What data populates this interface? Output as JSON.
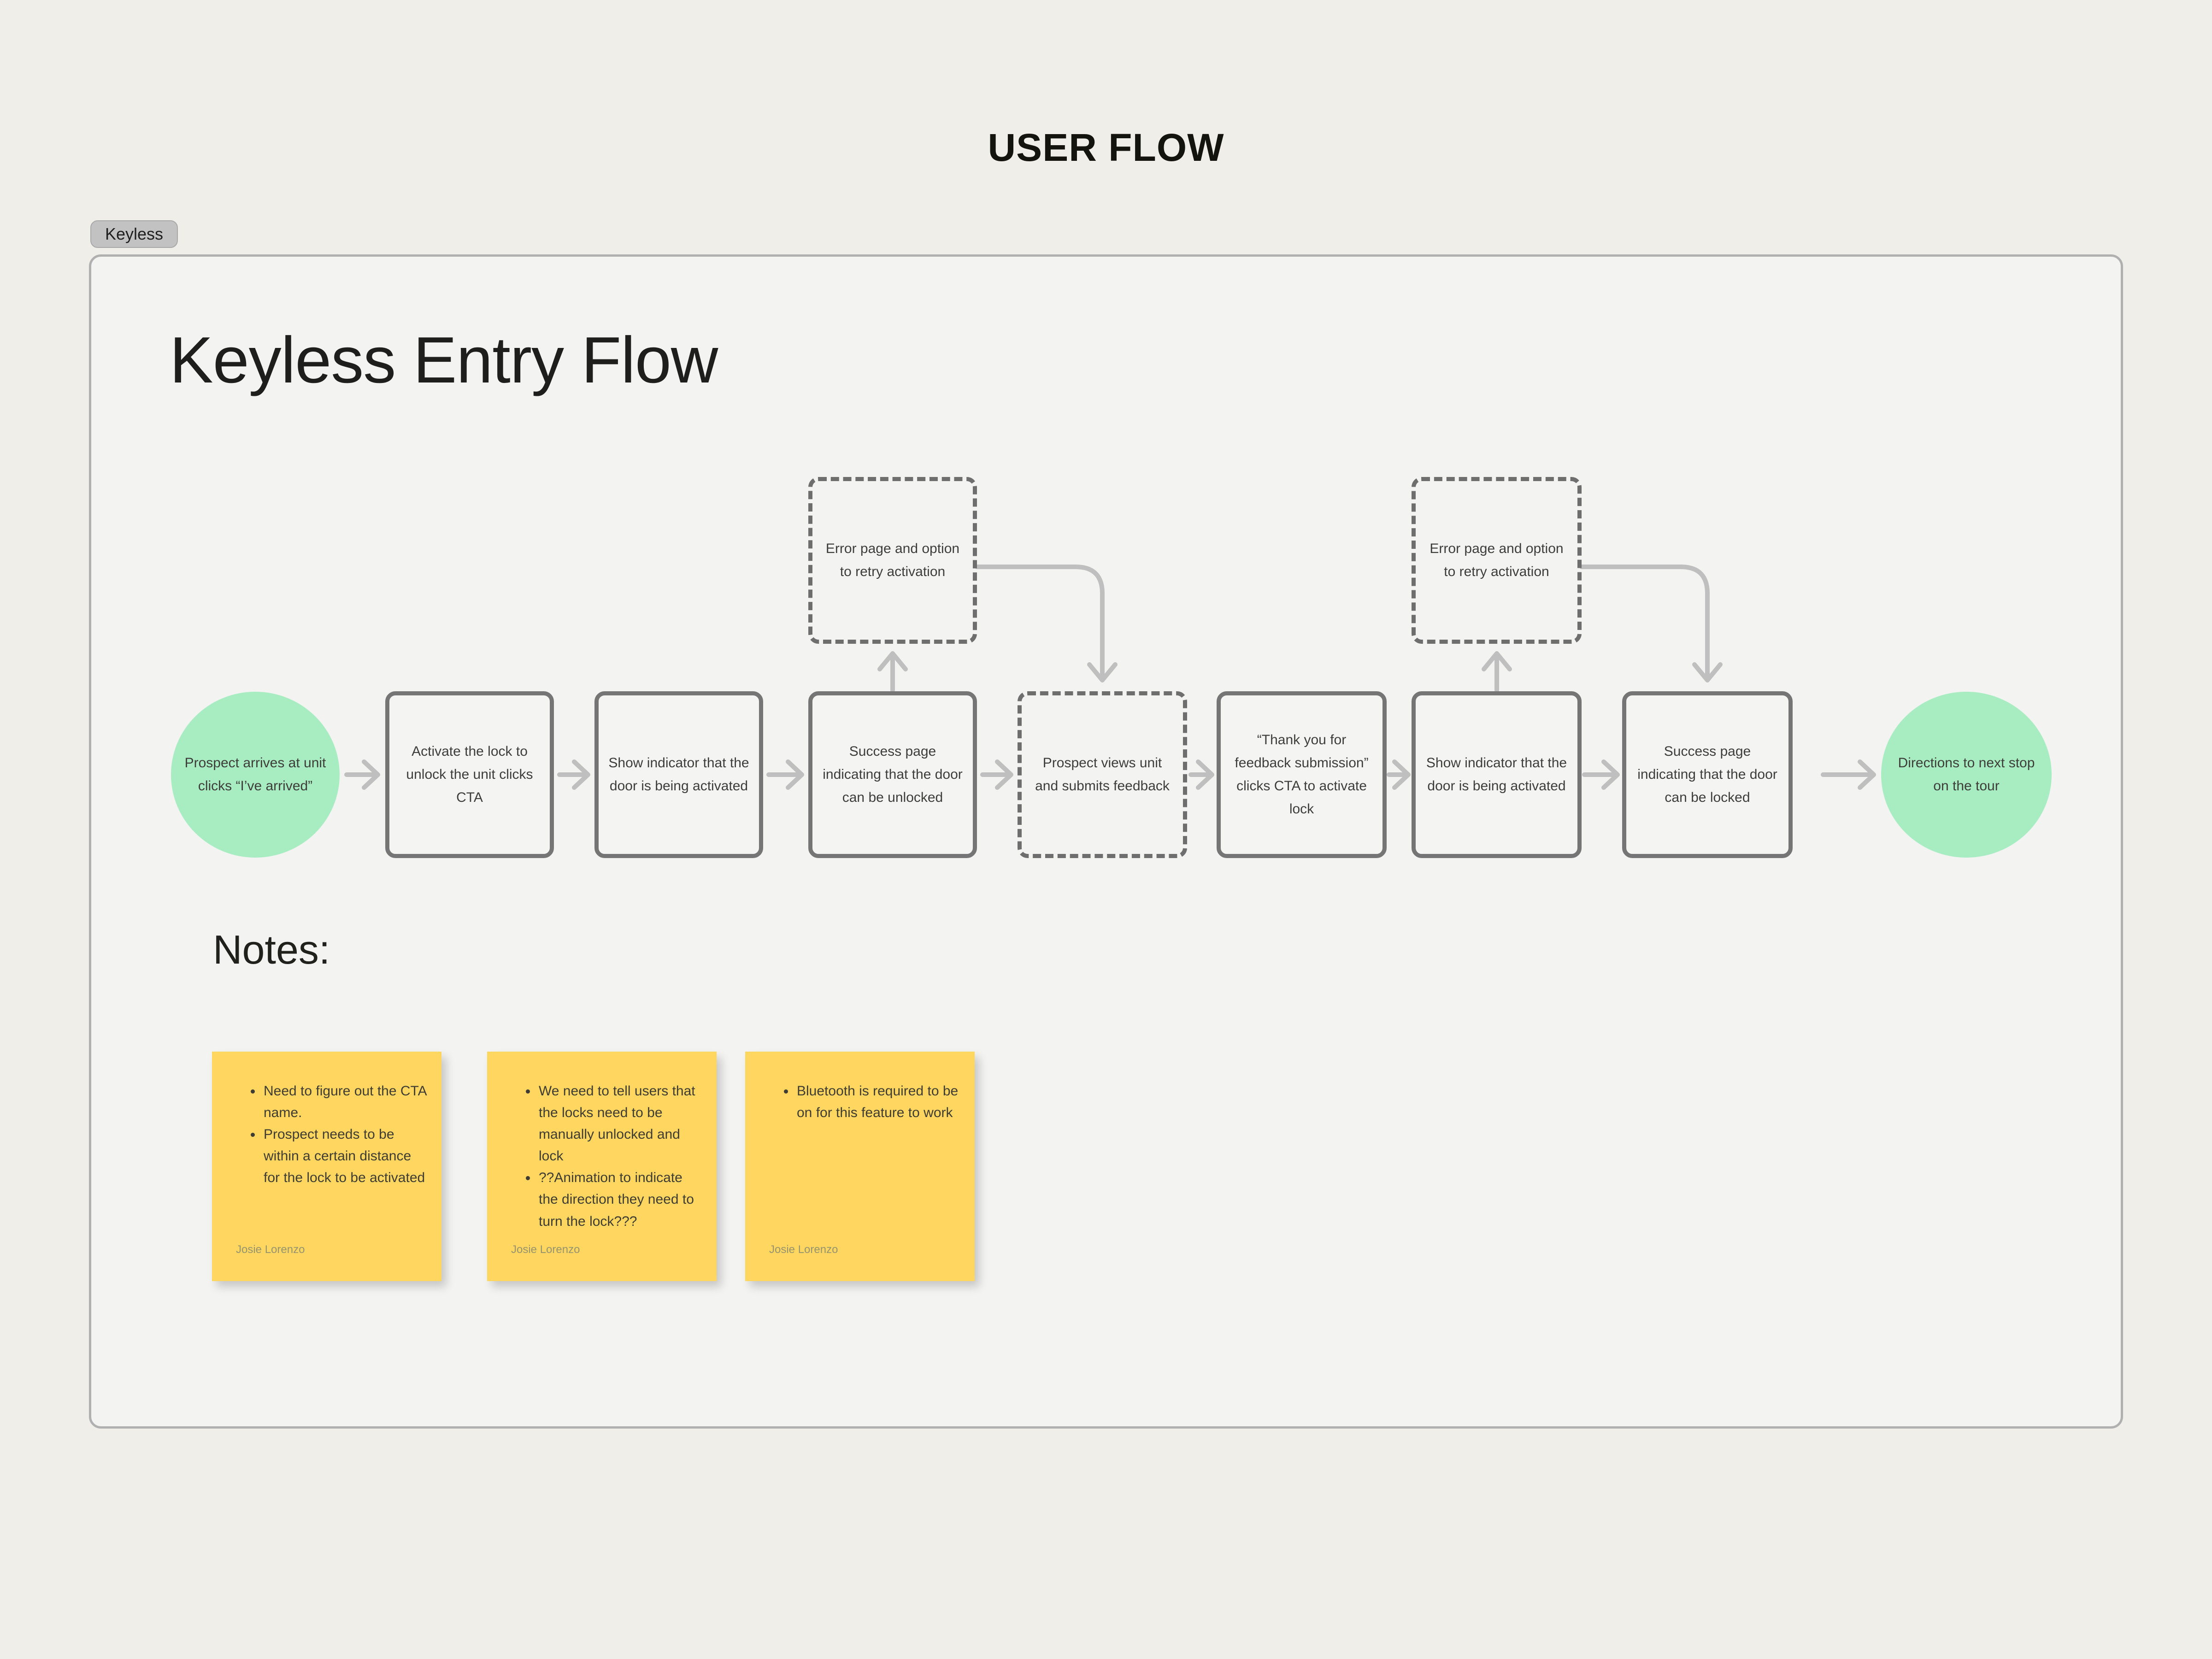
{
  "board": {
    "title": "USER FLOW"
  },
  "frame": {
    "tab_label": "Keyless",
    "heading": "Keyless Entry Flow",
    "notes_heading": "Notes:"
  },
  "colors": {
    "start_end_node": "#a8ecc2",
    "sticky_note": "#ffd65f",
    "connector": "#bfbfbf",
    "box_border": "#757575"
  },
  "flow": {
    "nodes": [
      {
        "type": "circle",
        "label": "Prospect arrives at unit clicks “I’ve arrived”"
      },
      {
        "type": "box",
        "label": "Activate the lock to unlock the unit clicks CTA"
      },
      {
        "type": "box",
        "label": "Show indicator that the door is being activated"
      },
      {
        "type": "box",
        "label": "Success page indicating that the door can be unlocked"
      },
      {
        "type": "dashed",
        "label": "Prospect views unit and submits feedback"
      },
      {
        "type": "box",
        "label": "“Thank you for feedback submission” clicks CTA to activate lock"
      },
      {
        "type": "box",
        "label": "Show indicator that the door is being activated"
      },
      {
        "type": "box",
        "label": "Success page indicating that the door can be locked"
      },
      {
        "type": "circle",
        "label": "Directions to next stop on the tour"
      }
    ],
    "error_nodes": [
      {
        "type": "dashed",
        "label": "Error page and option to retry activation"
      },
      {
        "type": "dashed",
        "label": "Error page and option to retry activation"
      }
    ]
  },
  "notes": {
    "stickies": [
      {
        "bullets": [
          "Need to figure out the CTA name.",
          "Prospect needs to be within a certain distance for the lock to be activated"
        ],
        "author": "Josie Lorenzo"
      },
      {
        "bullets": [
          "We need to tell users that the locks need to be manually unlocked and lock",
          "??Animation to indicate the direction they need to turn the lock???"
        ],
        "author": "Josie Lorenzo"
      },
      {
        "bullets": [
          "Bluetooth is required to be on for this feature to work"
        ],
        "author": "Josie Lorenzo"
      }
    ]
  }
}
